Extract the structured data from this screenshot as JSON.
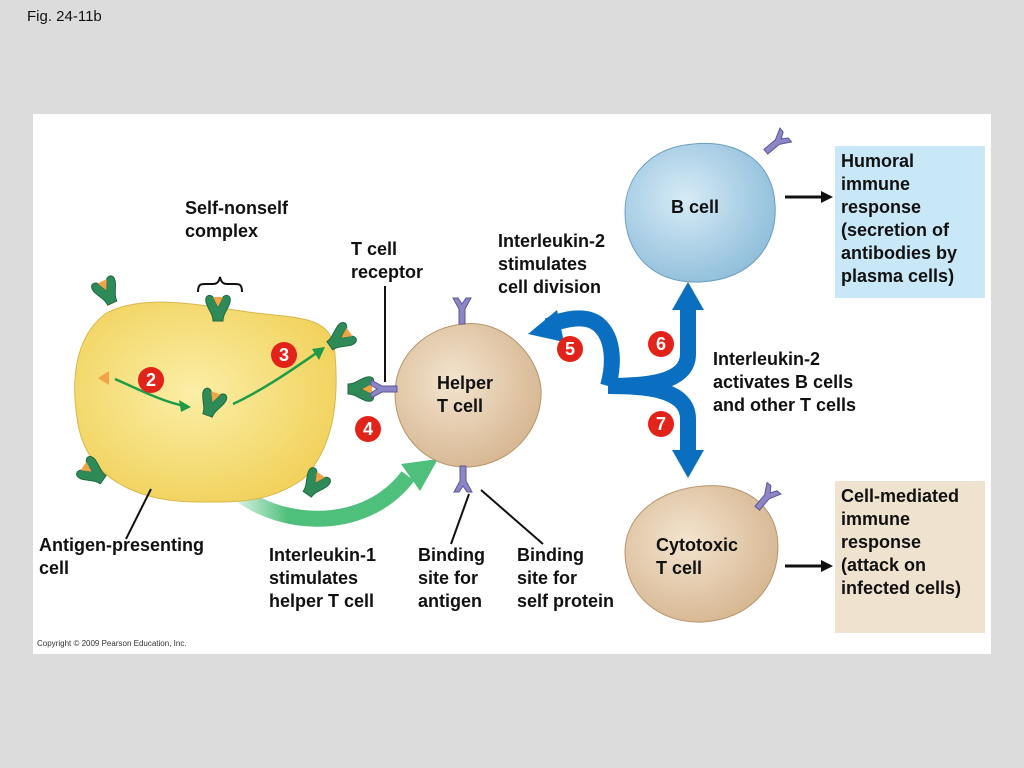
{
  "figure_label": "Fig. 24-11b",
  "copyright": "Copyright © 2009 Pearson Education, Inc.",
  "cells": {
    "b_cell": "B cell",
    "helper_t_cell": "Helper\nT cell",
    "cytotoxic_t_cell": "Cytotoxic\nT cell"
  },
  "labels": {
    "self_nonself": "Self-nonself\ncomplex",
    "t_cell_receptor": "T cell\nreceptor",
    "antigen_presenting": "Antigen-presenting\ncell",
    "interleukin1": "Interleukin-1\nstimulates\nhelper T cell",
    "binding_antigen": "Binding\nsite for\nantigen",
    "binding_self": "Binding\nsite for\nself protein",
    "interleukin2_division": "Interleukin-2\nstimulates\ncell division",
    "interleukin2_activates": "Interleukin-2\nactivates B cells\nand other T cells"
  },
  "boxes": {
    "humoral": "Humoral\nimmune\nresponse\n(secretion of\nantibodies by\nplasma cells)",
    "cell_mediated": "Cell-mediated\nimmune\nresponse\n(attack on\ninfected cells)"
  },
  "steps": [
    "2",
    "3",
    "4",
    "5",
    "6",
    "7"
  ],
  "colors": {
    "background": "#dcdcdc",
    "apc_fill": "#f6de6e",
    "helper_fill": "#e1c9a8",
    "b_cell_fill": "#a9cde4",
    "humoral_box": "#c9e8f7",
    "cell_mediated_box": "#efe3cf",
    "blue_arrow": "#0a6fc0",
    "green_arrow": "#4fc07c",
    "step_red": "#e2231a",
    "mhc_green": "#2e8b57",
    "receptor_purple": "#8c86c6"
  }
}
